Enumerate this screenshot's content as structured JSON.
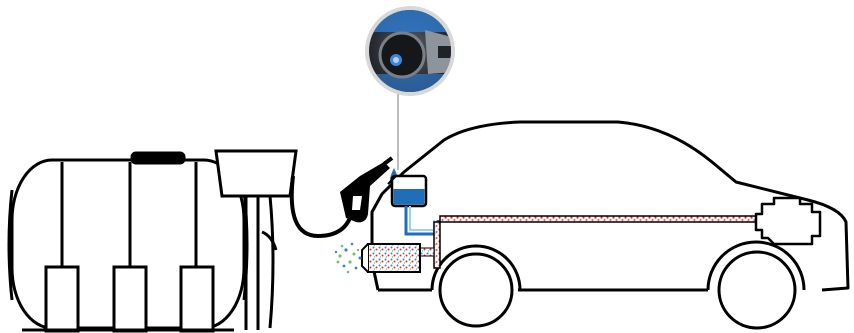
{
  "diagram": {
    "components": [
      {
        "name": "storage-tank",
        "label": ""
      },
      {
        "name": "dispenser-pump",
        "label": ""
      },
      {
        "name": "fuel-nozzle",
        "label": ""
      },
      {
        "name": "filler-cap-closeup",
        "label": ""
      },
      {
        "name": "car-body",
        "label": ""
      },
      {
        "name": "fluid-reservoir",
        "label": ""
      },
      {
        "name": "exhaust-catalyst",
        "label": ""
      },
      {
        "name": "engine",
        "label": ""
      }
    ],
    "colors": {
      "outline": "#000000",
      "fluid_blue": "#1e6fb8",
      "fluid_light": "#9ed0f5",
      "exhaust_red": "#d8322c",
      "emission_green": "#6fc06f",
      "emission_blue": "#3b7fd6",
      "closeup_ring": "#c9c9c9",
      "closeup_metal": "#2a2d33"
    },
    "icons": [
      "drop-icon",
      "engine-icon",
      "nozzle-icon"
    ]
  }
}
